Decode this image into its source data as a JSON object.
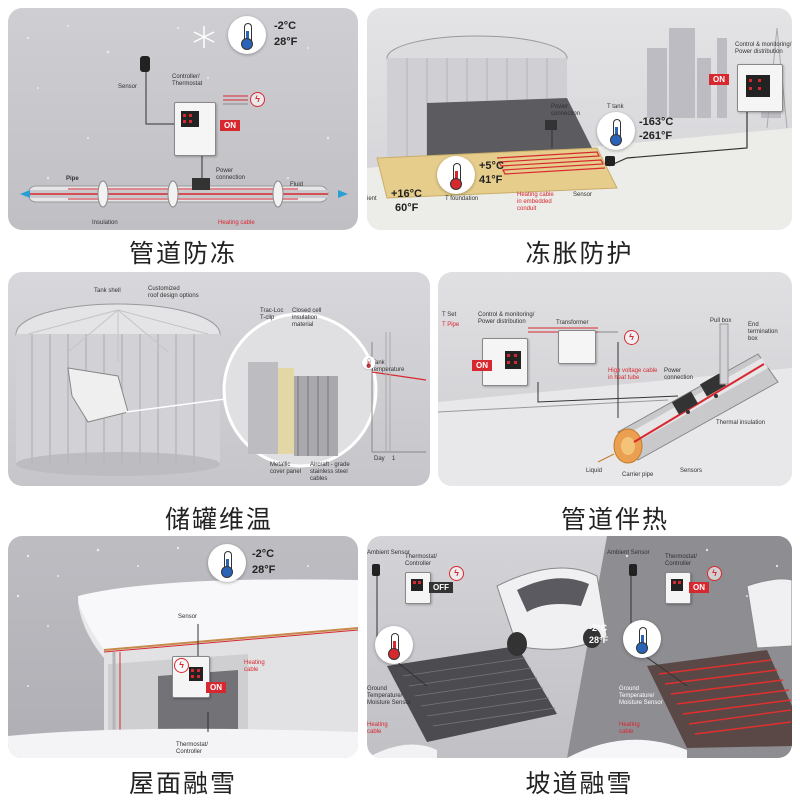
{
  "panels": {
    "pipe_freeze": {
      "caption": "管道防冻",
      "temp_c": "-2°C",
      "temp_f": "28°F",
      "sensor": "Sensor",
      "controller": "Controller/\nThermostat",
      "on": "ON",
      "power": "Power\nconnection",
      "pipe": "Pipe",
      "fluid": "Fluid",
      "insulation": "Insulation",
      "heating_cable": "Heating cable"
    },
    "frost_heave": {
      "caption": "冻胀防护",
      "control": "Control & monitoring/\nPower distribution",
      "on": "ON",
      "power": "Power\nconnection",
      "tank": "T tank",
      "tank_c": "-163°C",
      "tank_f": "-261°F",
      "found_c": "+5°C",
      "found_f": "41°F",
      "foundation": "T foundation",
      "ambient_c": "+16°C",
      "ambient_f": "60°F",
      "ambient_lbl": "ient",
      "heating_cable": "Heating cable\nin embedded\nconduit",
      "sensor": "Sensor"
    },
    "tank_insulation": {
      "caption": "储罐维温",
      "tank_shell": "Tank shell",
      "roof": "Customized\nroof design options",
      "trac_loc": "Trac-Loc\nT-clip",
      "closed_cell": "Closed cell\ninsulation\nmaterial",
      "metallic": "Metallic\ncover panel",
      "aircraft": "Aircraft - grade\nstainless steel\ncables",
      "tank_temp": "Tank\ntemperature",
      "day": "Day",
      "day_num": "1"
    },
    "pipe_tracing": {
      "caption": "管道伴热",
      "t_set": "T Set",
      "t_pipe": "T Pipe",
      "control": "Control & monitoring/\nPower distribution",
      "transformer": "Transformer",
      "on": "ON",
      "hv_cable": "High voltage cable\nin heat tube",
      "power": "Power\nconnection",
      "pull_box": "Pull box",
      "end_box": "End\ntermination\nbox",
      "thermal": "Thermal insulation",
      "liquid": "Liquid",
      "carrier": "Carrier pipe",
      "sensors": "Sensors"
    },
    "roof_snow": {
      "caption": "屋面融雪",
      "temp_c": "-2°C",
      "temp_f": "28°F",
      "sensor": "Sensor",
      "heating_cable": "Heating\ncable",
      "on": "ON",
      "controller": "Thermostat/\nController"
    },
    "ramp_snow": {
      "caption": "坡道融雪",
      "ambient_left": "Ambient Sensor",
      "controller_left": "Thermostat/\nController",
      "off": "OFF",
      "ground_left": "Ground\nTemperature/\nMoisture Sensor",
      "heating_left": "Heating\ncable",
      "ambient_right": "Ambient Sensor",
      "controller_right": "Thermostat/\nController",
      "on": "ON",
      "temp_c": "-2°C",
      "temp_f": "28°F",
      "ground_right": "Ground\nTemperature/\nMoisture Sensor",
      "heating_right": "Heating\ncable"
    }
  },
  "colors": {
    "accent_red": "#d7282f",
    "cold_blue": "#2a64b8",
    "panel_grey": "#c8c8cc"
  }
}
